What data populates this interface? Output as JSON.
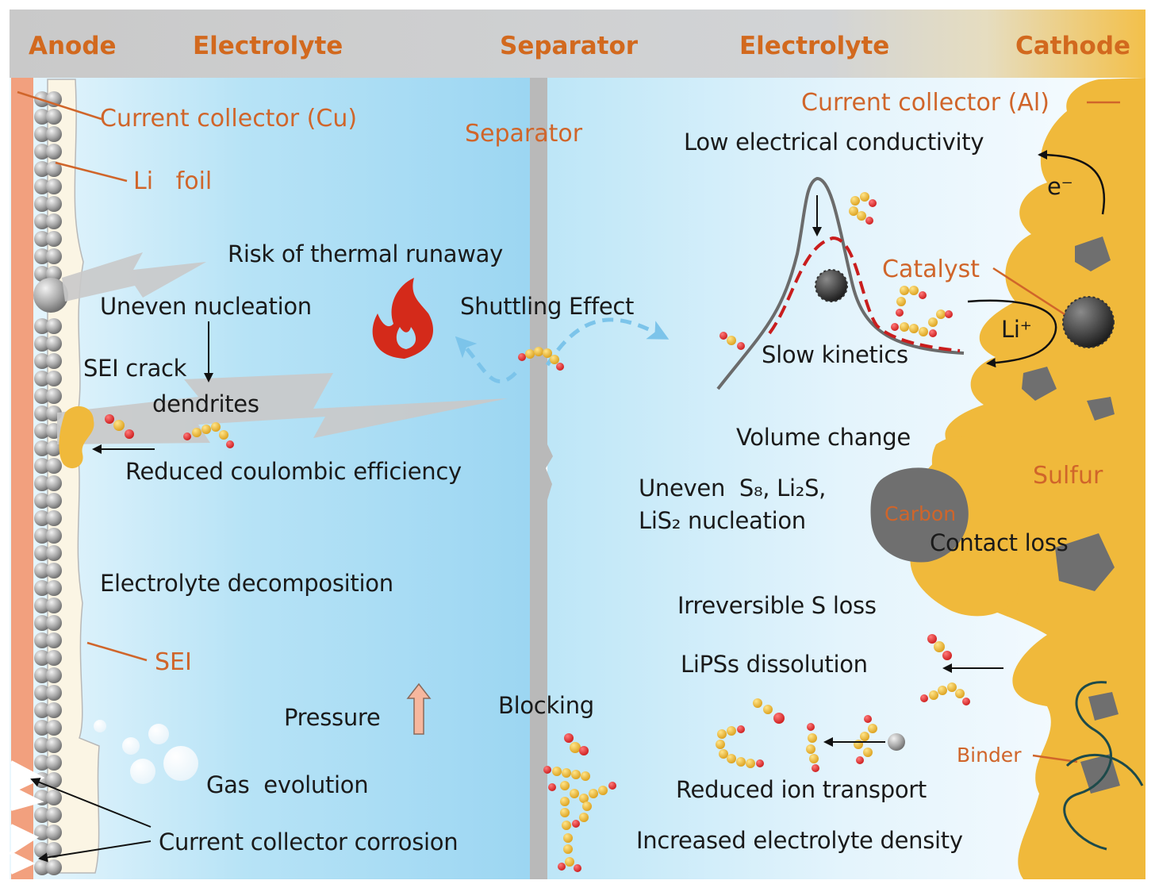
{
  "header": {
    "anode": "Anode",
    "electrolyte_left": "Electrolyte",
    "separator": "Separator",
    "electrolyte_right": "Electrolyte",
    "cathode": "Cathode"
  },
  "anode_side": {
    "current_collector": "Current collector (Cu)",
    "li_foil": "Li   foil",
    "thermal_runaway": "Risk of thermal runaway",
    "uneven_nucleation": "Uneven nucleation",
    "sei_crack": "SEI crack",
    "dendrites": "dendrites",
    "reduced_ce": "Reduced coulombic efficiency",
    "electrolyte_decomposition": "Electrolyte decomposition",
    "sei": "SEI",
    "pressure": "Pressure",
    "gas_evolution": "Gas  evolution",
    "corrosion": "Current collector corrosion"
  },
  "separator_zone": {
    "separator_label": "Separator",
    "shuttling": "Shuttling Effect",
    "blocking": "Blocking"
  },
  "cathode_side": {
    "current_collector": "Current collector (Al)",
    "low_conductivity": "Low electrical conductivity",
    "electron": "e⁻",
    "catalyst": "Catalyst",
    "li_ion": "Li⁺",
    "slow_kinetics": "Slow kinetics",
    "volume_change": "Volume change",
    "uneven_s8_line1": "Uneven  S₈, Li₂S,",
    "uneven_s8_line2": "LiS₂ nucleation",
    "sulfur": "Sulfur",
    "carbon": "Carbon",
    "contact_loss": "Contact loss",
    "irreversible_s_loss": "Irreversible S loss",
    "lipss_dissolution": "LiPSs dissolution",
    "binder": "Binder",
    "reduced_ion_transport": "Reduced ion transport",
    "increased_density": "Increased electrolyte density"
  },
  "colors": {
    "label_orange": "#d0652a",
    "sulfur_gold": "#f0b93b",
    "separator_gray": "#b9b9b9",
    "flame_red": "#d42a1a",
    "shuttle_blue": "#7cc4ea"
  }
}
